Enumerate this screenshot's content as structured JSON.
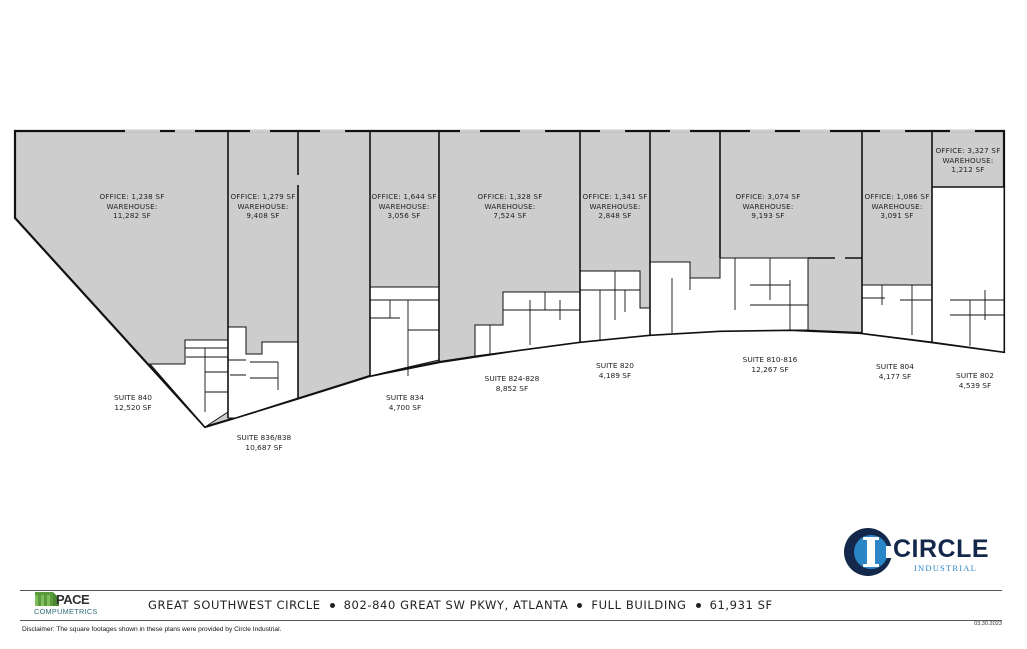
{
  "plan": {
    "units": [
      {
        "id": "840",
        "office": "OFFICE: 1,238 SF",
        "warehouse_label": "WAREHOUSE:",
        "warehouse": "11,282 SF",
        "suite": "SUITE 840",
        "suite_sf": "12,520 SF"
      },
      {
        "id": "836-838",
        "office": "OFFICE: 1,279 SF",
        "warehouse_label": "WAREHOUSE:",
        "warehouse": "9,408 SF",
        "suite": "SUITE 836/838",
        "suite_sf": "10,687 SF"
      },
      {
        "id": "834",
        "office": "OFFICE: 1,644 SF",
        "warehouse_label": "WAREHOUSE:",
        "warehouse": "3,056 SF",
        "suite": "SUITE 834",
        "suite_sf": "4,700 SF"
      },
      {
        "id": "824-828",
        "office": "OFFICE: 1,328 SF",
        "warehouse_label": "WAREHOUSE:",
        "warehouse": "7,524 SF",
        "suite": "SUITE 824-828",
        "suite_sf": "8,852 SF"
      },
      {
        "id": "820",
        "office": "OFFICE: 1,341 SF",
        "warehouse_label": "WAREHOUSE:",
        "warehouse": "2,848 SF",
        "suite": "SUITE 820",
        "suite_sf": "4,189 SF"
      },
      {
        "id": "810-816",
        "office": "OFFICE: 3,074 SF",
        "warehouse_label": "WAREHOUSE:",
        "warehouse": "9,193 SF",
        "suite": "SUITE 810-816",
        "suite_sf": "12,267 SF"
      },
      {
        "id": "804",
        "office": "OFFICE: 1,086 SF",
        "warehouse_label": "WAREHOUSE:",
        "warehouse": "3,091 SF",
        "suite": "SUITE 804",
        "suite_sf": "4,177 SF"
      },
      {
        "id": "802",
        "office": "OFFICE: 3,327 SF",
        "warehouse_label": "WAREHOUSE:",
        "warehouse": "1,212 SF",
        "suite": "SUITE 802",
        "suite_sf": "4,539 SF"
      }
    ],
    "colors": {
      "warehouse_fill": "#cdcdcd",
      "office_fill": "#ffffff",
      "wall": "#111111"
    }
  },
  "footer": {
    "title_parts": [
      "GREAT SOUTHWEST CIRCLE",
      "802-840 GREAT SW PKWY, ATLANTA",
      "FULL BUILDING",
      "61,931 SF"
    ],
    "disclaimer": "Disclaimer: The square footages shown in these plans were provided by Circle Industrial.",
    "date": "03.30.2023"
  },
  "logos": {
    "pace": {
      "word": "PACE",
      "sub": "COMPUMETRICS",
      "color": "#5a9a3c"
    },
    "circle": {
      "word": "CIRCLE",
      "sub": "INDUSTRIAL",
      "navy": "#14284b",
      "blue": "#2a86c7"
    }
  }
}
